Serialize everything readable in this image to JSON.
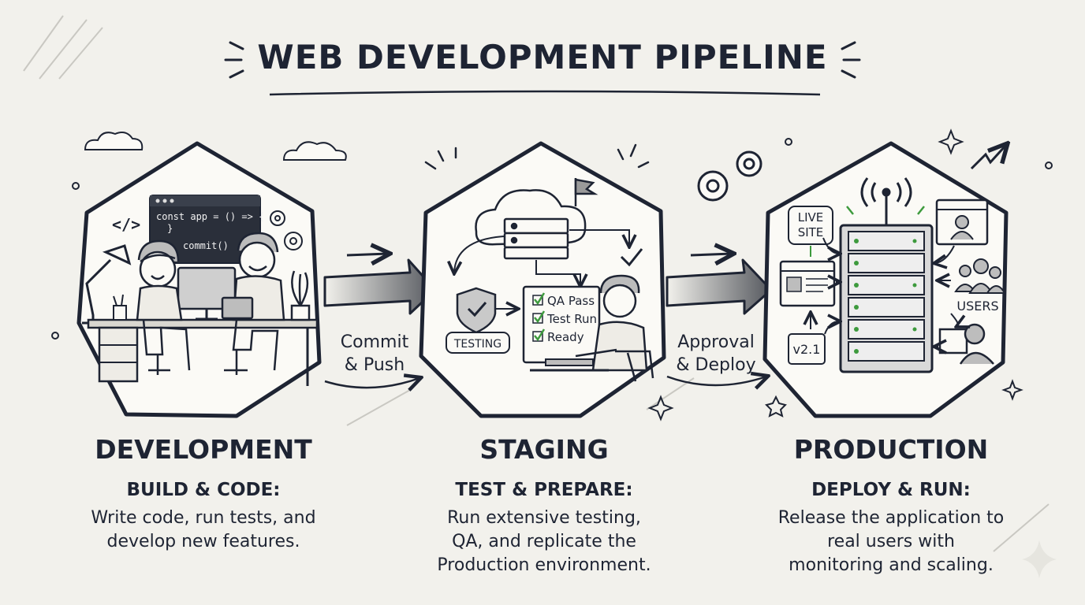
{
  "title": "WEB DEVELOPMENT PIPELINE",
  "stages": [
    {
      "name": "DEVELOPMENT",
      "subtitle": "BUILD & CODE:",
      "description_lines": [
        "Write code, run tests, and",
        "develop new features."
      ],
      "code_lines": [
        "const app = () => {",
        "}",
        "commit()"
      ],
      "code_tag": "</>"
    },
    {
      "name": "STAGING",
      "subtitle": "TEST & PREPARE:",
      "description_lines": [
        "Run extensive testing,",
        "QA, and replicate the",
        "Production environment."
      ],
      "badge": "TESTING",
      "checklist": [
        "QA Pass",
        "Test Run",
        "Ready"
      ]
    },
    {
      "name": "PRODUCTION",
      "subtitle": "DEPLOY & RUN:",
      "description_lines": [
        "Release the application to",
        "real users with",
        "monitoring and scaling."
      ],
      "live_site_lines": [
        "LIVE",
        "SITE"
      ],
      "version": "v2.1",
      "users_label": "USERS"
    }
  ],
  "transitions": [
    {
      "label_lines": [
        "Commit",
        "& Push"
      ]
    },
    {
      "label_lines": [
        "Approval",
        "& Deploy"
      ]
    }
  ],
  "colors": {
    "ink": "#1e2433",
    "background": "#f2f1ec",
    "check_green": "#3d9a3d",
    "arrow_fill": "#6d6f74"
  }
}
